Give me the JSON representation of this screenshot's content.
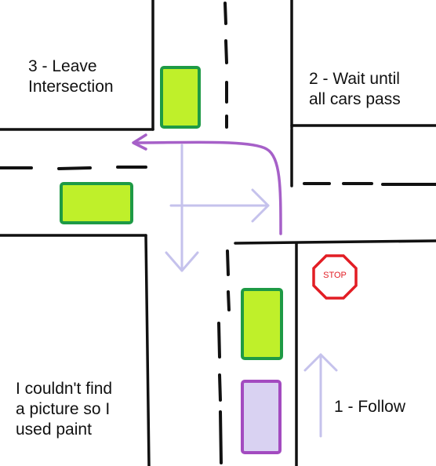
{
  "colors": {
    "road_line": "#111111",
    "car_fill": "#bff02a",
    "car_border": "#1e9a45",
    "follow_car_fill": "#d9d2f2",
    "follow_car_border": "#a34bc0",
    "path_arrow": "#a660c8",
    "guide_arrow": "#c5c2ec",
    "stop_sign": "#e21d24"
  },
  "labels": {
    "leave": [
      "3 - Leave",
      "Intersection"
    ],
    "wait": [
      "2 - Wait until",
      "all cars pass"
    ],
    "paint": [
      "I couldn't find",
      "a picture so I",
      "used paint"
    ],
    "follow": "1 - Follow"
  },
  "stop_sign": {
    "text": "STOP"
  },
  "icons": {
    "stop_sign": "stop-sign-icon",
    "path_arrow": "left-turn-arrow-icon",
    "cross_arrows": "cross-arrows-icon",
    "follow_arrow": "up-arrow-icon"
  }
}
